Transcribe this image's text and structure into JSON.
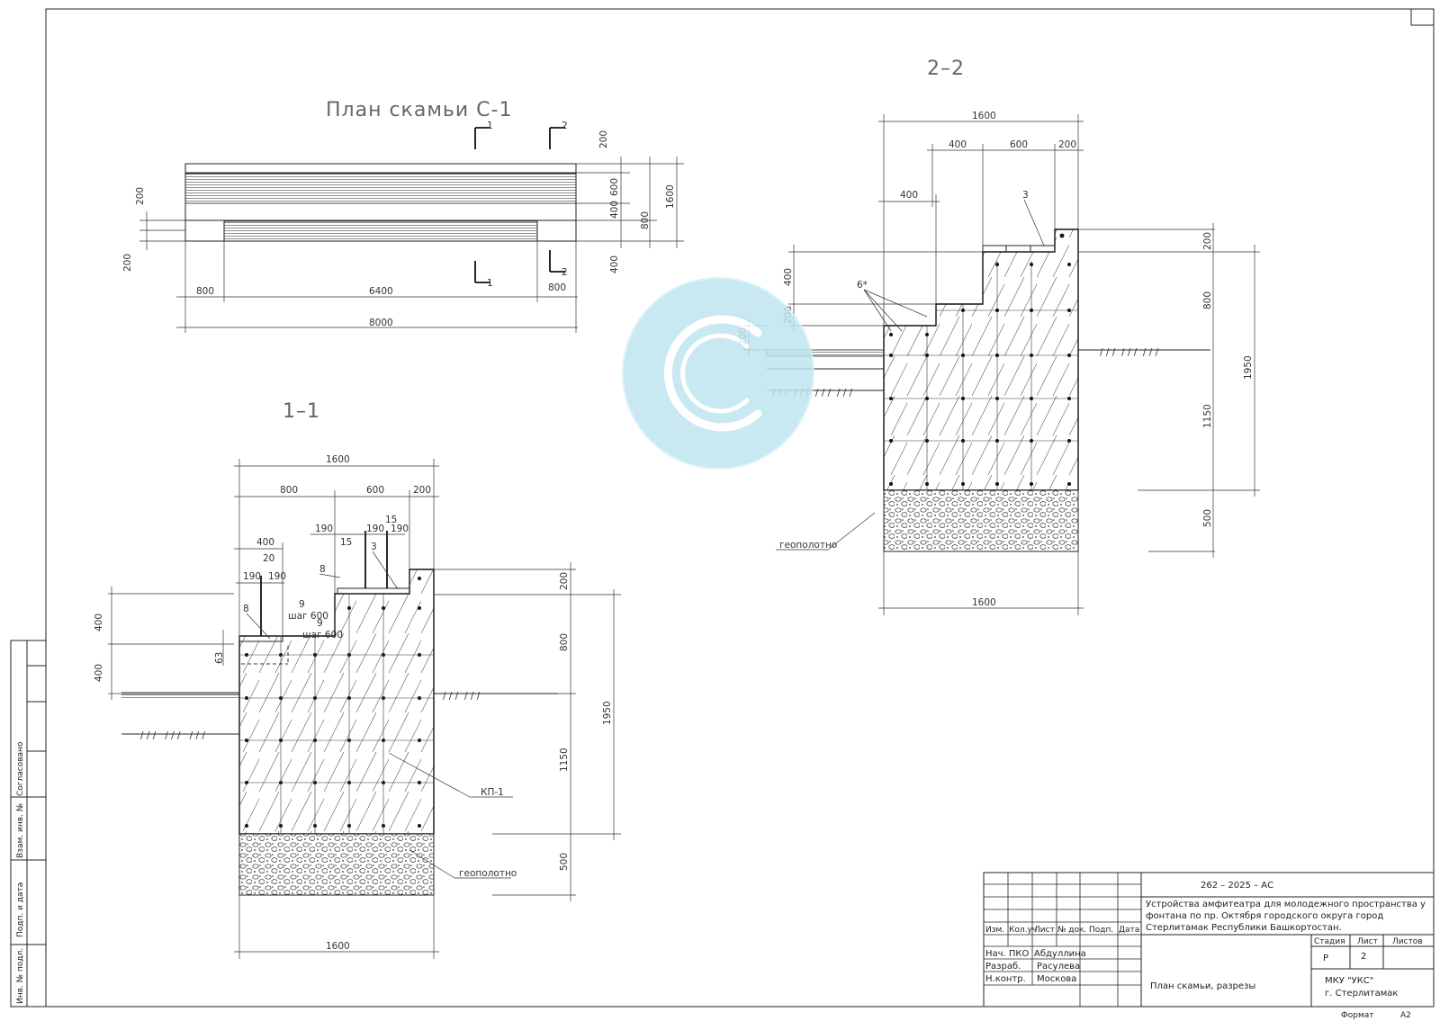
{
  "titles": {
    "plan": "План скамьи С-1",
    "section_1": "1–1",
    "section_2": "2–2"
  },
  "plan_dims": {
    "h1": "800",
    "h2": "6400",
    "h3": "800",
    "total": "8000",
    "r1": "200",
    "r2": "600",
    "r3": "400",
    "r4": "400",
    "r_sum1": "800",
    "r_sum2": "1600",
    "l1": "200",
    "l2": "200",
    "cut1": "1",
    "cut2": "2"
  },
  "s1_dims": {
    "top_total": "1600",
    "t800": "800",
    "t600": "600",
    "t200": "200",
    "t400": "400",
    "t190a": "190",
    "t190b": "190",
    "t20": "20",
    "t190c": "190",
    "t15a": "15",
    "t190d": "190",
    "t15b": "15",
    "t190e": "190",
    "left400a": "400",
    "left400b": "400",
    "left63": "63",
    "r200": "200",
    "r800": "800",
    "r1150": "1150",
    "r500": "500",
    "r1950": "1950",
    "bottom": "1600",
    "n8a": "8",
    "n8b": "8",
    "n3": "3",
    "n9a": "9",
    "n9b": "9",
    "step_a": "шаг 600",
    "step_b": "шаг 600",
    "kp": "КП-1",
    "geo": "геополотно"
  },
  "s2_dims": {
    "top_total": "1600",
    "t400": "400",
    "t600": "600",
    "t200": "200",
    "t400b": "400",
    "left400": "400",
    "left200a": "200",
    "left200b": "200",
    "r200": "200",
    "r800": "800",
    "r1150": "1150",
    "r500": "500",
    "r1950": "1950",
    "bottom": "1600",
    "n3": "3",
    "n6": "6*",
    "geo": "геополотно"
  },
  "side_stamp": {
    "agreed": "Согласовано",
    "inv_exchange": "Взам. инв. №",
    "sign_date": "Подп. и дата",
    "inv_orig": "Инв. № подл."
  },
  "title_block": {
    "doc_code": "262 – 2025 – АС",
    "project_line1": "Устройства амфитеатра для молодежного пространства у",
    "project_line2": "фонтана по пр. Октября городского округа город",
    "project_line3": "Стерлитамак Республики Башкортостан.",
    "col_izm": "Изм.",
    "col_kol": "Кол.уч",
    "col_list": "Лист",
    "col_ndok": "№ док.",
    "col_podp": "Подп.",
    "col_data": "Дата",
    "role1": "Нач. ПКО",
    "name1": "Абдуллина",
    "role2": "Разраб.",
    "name2": "Расулева",
    "role3": "Н.контр.",
    "name3": "Москова",
    "sheet_title": "План скамьи, разрезы",
    "stage_label": "Стадия",
    "sheet_label": "Лист",
    "sheets_label": "Листов",
    "stage": "Р",
    "sheet_no": "2",
    "org1": "МКУ \"УКС\"",
    "org2": "г. Стерлитамак",
    "format_label": "Формат",
    "format": "А2"
  },
  "watermark": {
    "logo": "watermark-logo-icon",
    "color": "#bfe4f0"
  }
}
